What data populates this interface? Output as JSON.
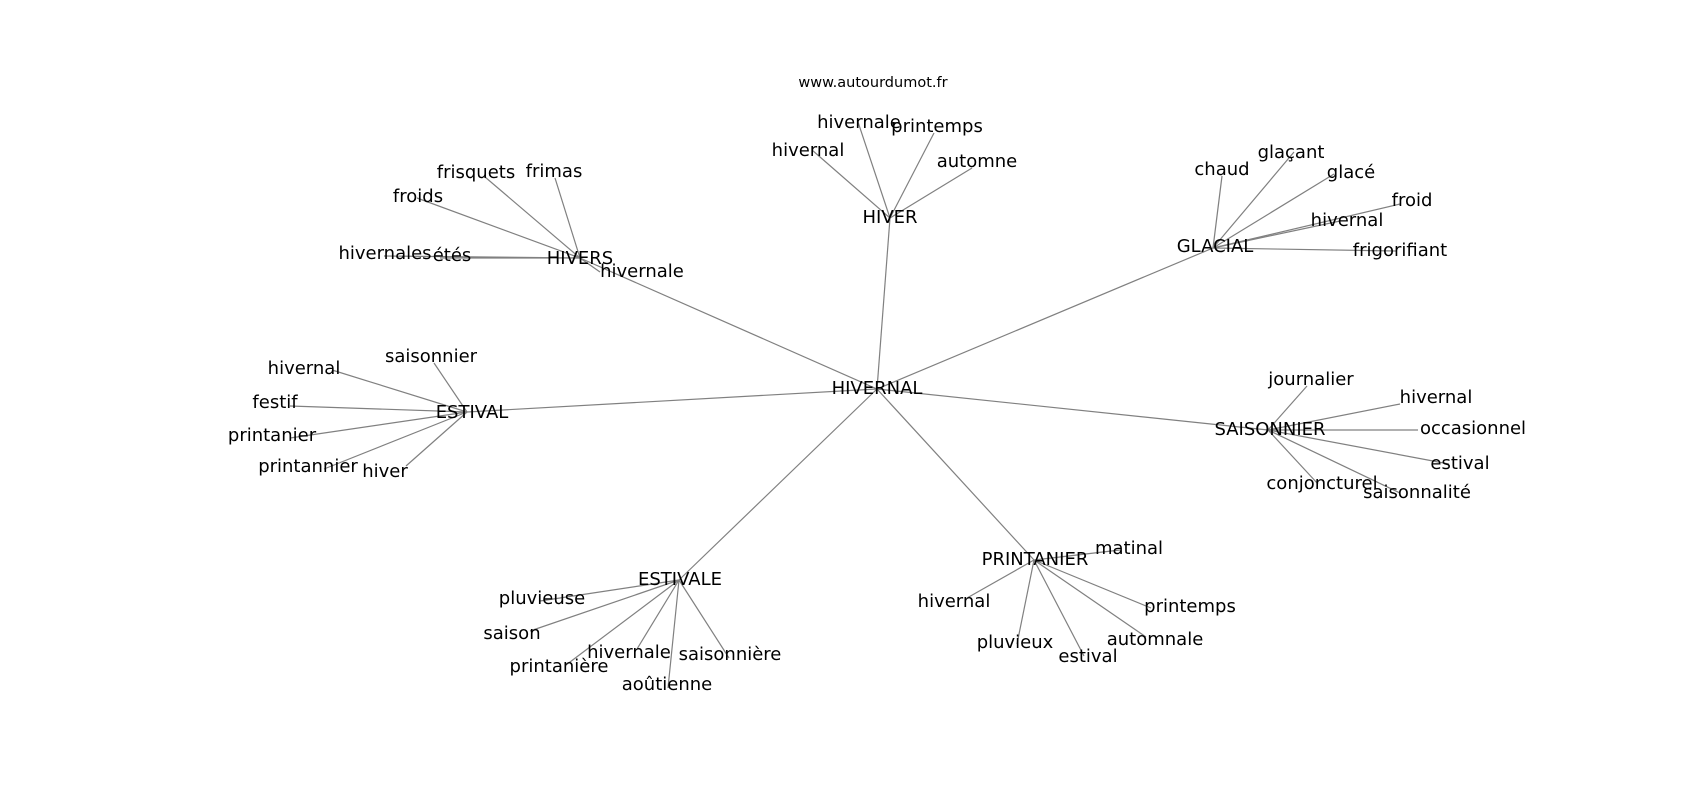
{
  "source_label": "www.autourdumot.fr",
  "edge_color": "#808080",
  "center": {
    "label": "HIVERNAL"
  },
  "clusters": [
    {
      "label": "HIVER",
      "words": [
        "hivernal",
        "hivernale",
        "printemps",
        "automne"
      ]
    },
    {
      "label": "GLACIAL",
      "words": [
        "chaud",
        "glaçant",
        "glacé",
        "froid",
        "hivernal",
        "frigorifiant"
      ]
    },
    {
      "label": "HIVERS",
      "words": [
        "frisquets",
        "frimas",
        "froids",
        "hivernales",
        "étés",
        "hivernale"
      ]
    },
    {
      "label": "ESTIVAL",
      "words": [
        "saisonnier",
        "hivernal",
        "festif",
        "printanier",
        "printannier",
        "hiver"
      ]
    },
    {
      "label": "SAISONNIER",
      "words": [
        "journalier",
        "hivernal",
        "occasionnel",
        "estival",
        "conjoncturel",
        "saisonnalité"
      ]
    },
    {
      "label": "ESTIVALE",
      "words": [
        "pluvieuse",
        "saison",
        "printanière",
        "hivernale",
        "aoûtienne",
        "saisonnière"
      ]
    },
    {
      "label": "PRINTANIER",
      "words": [
        "matinal",
        "hivernal",
        "printemps",
        "pluvieux",
        "estival",
        "automnale"
      ]
    }
  ]
}
